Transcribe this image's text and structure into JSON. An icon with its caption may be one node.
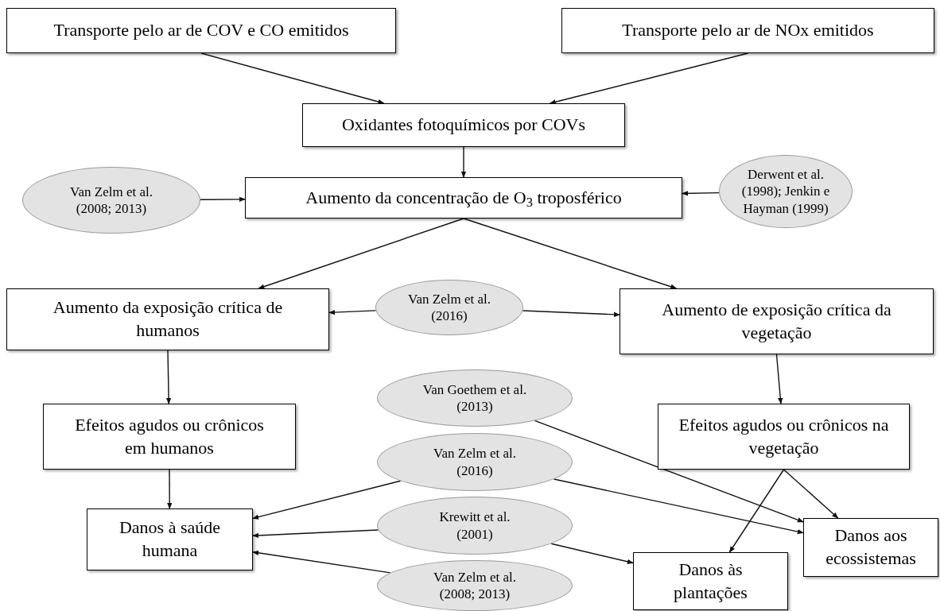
{
  "diagram": {
    "nodes": [
      {
        "text": [
          "Transporte pelo ar de COV e CO emitidos"
        ]
      },
      {
        "text": [
          "Transporte pelo ar de NOx emitidos"
        ]
      },
      {
        "text": [
          "Oxidantes fotoquímicos por COVs"
        ]
      },
      {
        "text": [
          "Van Zelm et al. (2008; 2013)"
        ]
      },
      {
        "text": [
          "Aumento da concentração de O$_{3}$ troposférico"
        ]
      },
      {
        "text": [
          "Derwent et al. (1998); Jenkin e Hayman (1999)"
        ]
      },
      {
        "text": [
          "Aumento da exposição crítica de humanos"
        ]
      },
      {
        "text": [
          "Van Zelm et al. (2016)"
        ]
      },
      {
        "text": [
          "Aumento de exposição crítica da vegetação"
        ]
      },
      {
        "text": [
          "Van Goethem et al. (2013)"
        ]
      },
      {
        "text": [
          "Efeitos agudos ou crônicos em humanos"
        ]
      },
      {
        "text": [
          "Efeitos agudos ou crônicos na vegetação"
        ]
      },
      {
        "text": [
          "Van Zelm et al. (2016)"
        ]
      },
      {
        "text": [
          "Krewitt et al. (2001)"
        ]
      },
      {
        "text": [
          "Danos à saúde humana"
        ]
      },
      {
        "text": [
          "Danos aos ecossistemas"
        ]
      },
      {
        "text": [
          "Danos às plantações"
        ]
      },
      {
        "text": [
          "Van Zelm et al. (2008; 2013)"
        ]
      }
    ],
    "edges": [
      {
        "from": 0,
        "to": 2,
        "arrow": "to"
      },
      {
        "from": 1,
        "to": 2,
        "arrow": "to"
      },
      {
        "from": 2,
        "to": 4,
        "arrow": "to"
      },
      {
        "from": 3,
        "to": 4,
        "arrow": "to"
      },
      {
        "from": 5,
        "to": 4,
        "arrow": "to"
      },
      {
        "from": 4,
        "to": 6,
        "arrow": "to"
      },
      {
        "from": 4,
        "to": 8,
        "arrow": "to"
      },
      {
        "from": 7,
        "to": 6,
        "arrow": "to"
      },
      {
        "from": 7,
        "to": 8,
        "arrow": "to"
      },
      {
        "from": 6,
        "to": 10,
        "arrow": "to"
      },
      {
        "from": 8,
        "to": 11,
        "arrow": "to"
      },
      {
        "from": 10,
        "to": 14,
        "arrow": "to"
      },
      {
        "from": 12,
        "to": 14,
        "arrow": "to"
      },
      {
        "from": 13,
        "to": 14,
        "arrow": "to"
      },
      {
        "from": 17,
        "to": 14,
        "arrow": "to"
      },
      {
        "from": 11,
        "to": 16,
        "arrow": "to"
      },
      {
        "from": 11,
        "to": 15,
        "arrow": "to"
      },
      {
        "from": 9,
        "to": 15,
        "arrow": "to"
      },
      {
        "from": 12,
        "to": 15,
        "arrow": "to"
      },
      {
        "from": 13,
        "to": 16,
        "arrow": "to"
      }
    ]
  }
}
